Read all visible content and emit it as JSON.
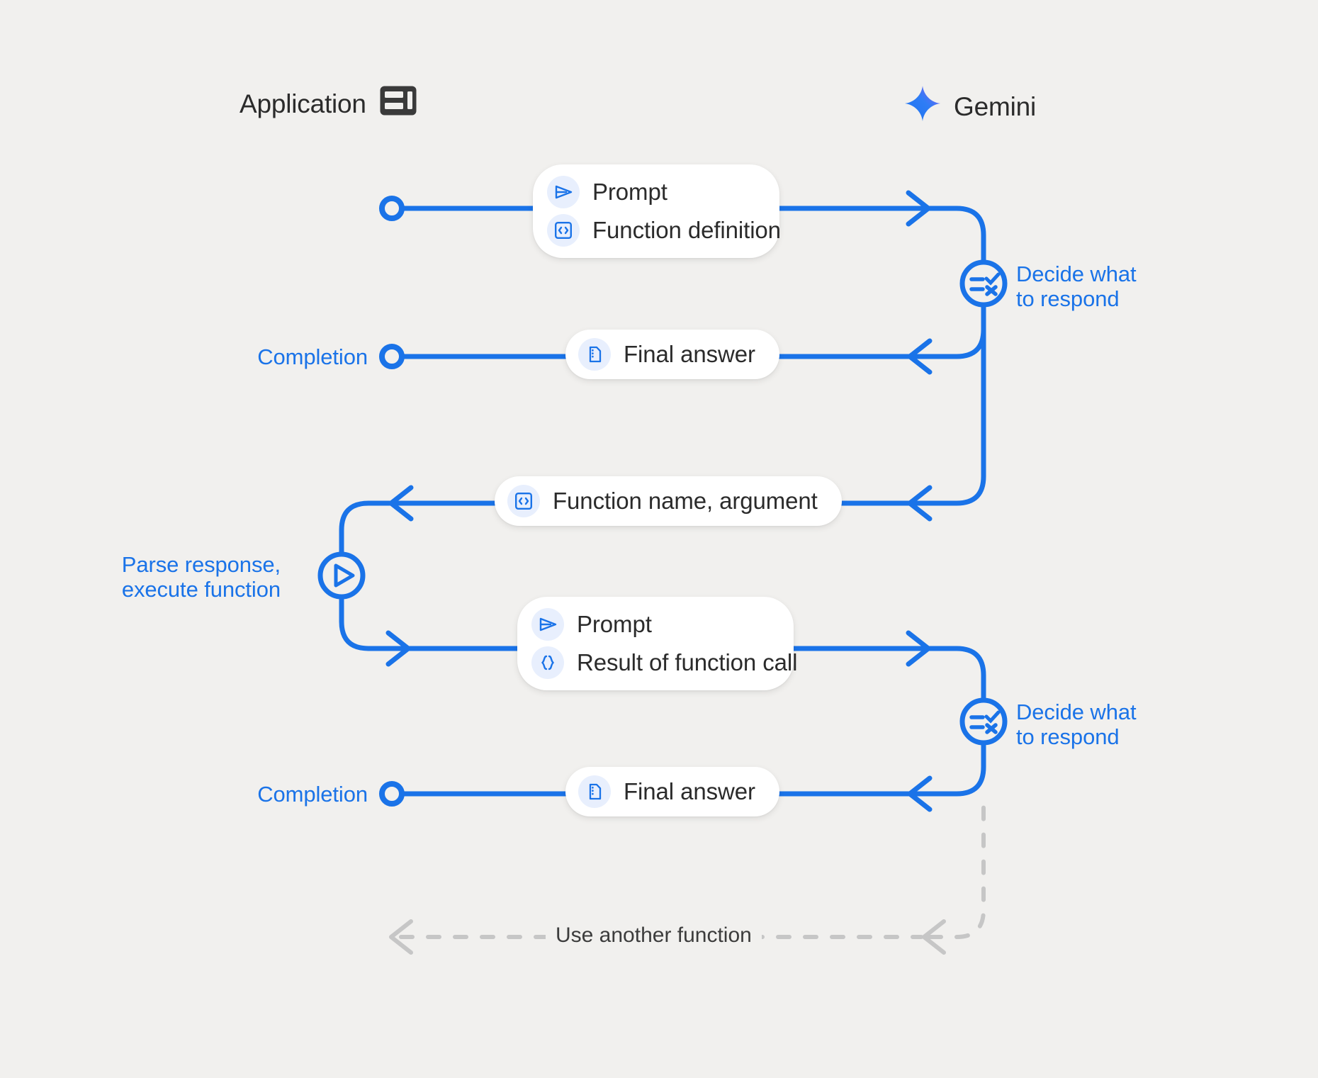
{
  "diagram": {
    "title": "Gemini function calling sequence",
    "background": "#f1f0ee",
    "accent": "#1a73e8",
    "muted": "#c6c6c6",
    "text": "#2b2b2b"
  },
  "columns": [
    {
      "id": "application",
      "label": "Application",
      "icon": "dashboard-layout-icon"
    },
    {
      "id": "gemini",
      "label": "Gemini",
      "icon": "gemini-sparkle-icon"
    }
  ],
  "messages": [
    {
      "id": "prompt-function-definition",
      "direction": "app-to-gemini",
      "rows": [
        {
          "label": "Prompt",
          "icon": "send-triangle-icon"
        },
        {
          "label": "Function definition",
          "icon": "code-brackets-icon"
        }
      ]
    },
    {
      "id": "final-answer-1",
      "direction": "gemini-to-app",
      "rows": [
        {
          "label": "Final answer",
          "icon": "document-icon"
        }
      ]
    },
    {
      "id": "function-name-argument",
      "direction": "gemini-to-app",
      "rows": [
        {
          "label": "Function name,  argument",
          "icon": "code-brackets-icon"
        }
      ]
    },
    {
      "id": "prompt-result-of-function-call",
      "direction": "app-to-gemini",
      "rows": [
        {
          "label": "Prompt",
          "icon": "send-triangle-icon"
        },
        {
          "label": "Result of function call",
          "icon": "curly-braces-icon"
        }
      ]
    },
    {
      "id": "final-answer-2",
      "direction": "gemini-to-app",
      "rows": [
        {
          "label": "Final answer",
          "icon": "document-icon"
        }
      ]
    }
  ],
  "nodes": [
    {
      "id": "decide-1",
      "label": "Decide what\nto respond",
      "icon": "checklist-decision-icon",
      "side": "right"
    },
    {
      "id": "parse-execute",
      "label": "Parse response,\nexecute function",
      "icon": "play-circle-icon",
      "side": "left"
    },
    {
      "id": "decide-2",
      "label": "Decide what\nto respond",
      "icon": "checklist-decision-icon",
      "side": "right"
    }
  ],
  "endpoints": [
    {
      "id": "start",
      "label": ""
    },
    {
      "id": "completion-1",
      "label": "Completion"
    },
    {
      "id": "completion-2",
      "label": "Completion"
    }
  ],
  "loop": {
    "id": "use-another-function",
    "label": "Use another function",
    "style": "dashed",
    "color": "#c6c6c6"
  }
}
